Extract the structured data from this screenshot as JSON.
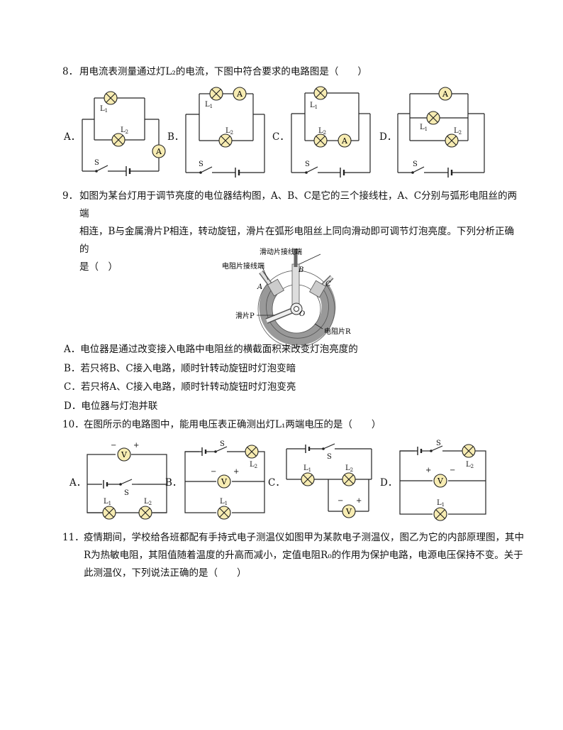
{
  "q8": {
    "number": "8．",
    "text": "用电流表测量通过灯L₂的电流，下图中符合要求的电路图是（　　）",
    "options": [
      "A．",
      "B．",
      "C．",
      "D．"
    ]
  },
  "q9": {
    "number": "9．",
    "line1": "如图为某台灯用于调节亮度的电位器结构图，A、B、C是它的三个接线柱，A、C分别与弧形电阻丝的两端",
    "line2": "相连，B与金属滑片P相连，转动旋钮，滑片在弧形电阻丝上同向滑动即可调节灯泡亮度。下列分析正确的",
    "line3": "是（　）",
    "figure": {
      "slider_terminal": "滑动片接线端",
      "resistor_terminal": "电阻片接线端",
      "slider": "滑片P",
      "resistor": "电阻片R"
    },
    "choices": [
      "A．电位器是通过改变接入电路中电阻丝的横截面积来改变灯泡亮度的",
      "B．若只将B、C接入电路，顺时针转动旋钮时灯泡变暗",
      "C．若只将A、C接入电路，顺时针转动旋钮时灯泡变亮",
      "D．电位器与灯泡并联"
    ]
  },
  "q10": {
    "number": "10．",
    "text": "在图所示的电路图中，能用电压表正确测出灯L₁两端电压的是（　　）",
    "options": [
      "A．",
      "B．",
      "C．",
      "D．"
    ]
  },
  "q11": {
    "number": "11．",
    "line1": "疫情期间，学校给各班都配有手持式电子测温仪如图甲为某款电子测温仪，图乙为它的内部原理图，其中",
    "line2": "R为热敏电阻，其阻值随着温度的升高而减小，定值电阻R₀的作用为保护电路，电源电压保持不变。关于",
    "line3": "此测温仪，下列说法正确的是（　　）"
  },
  "circuit_labels": {
    "L1": "L",
    "L2": "L",
    "sub1": "1",
    "sub2": "2",
    "S": "S",
    "A": "A",
    "V": "V",
    "O": "O",
    "minus": "−",
    "plus": "+"
  }
}
